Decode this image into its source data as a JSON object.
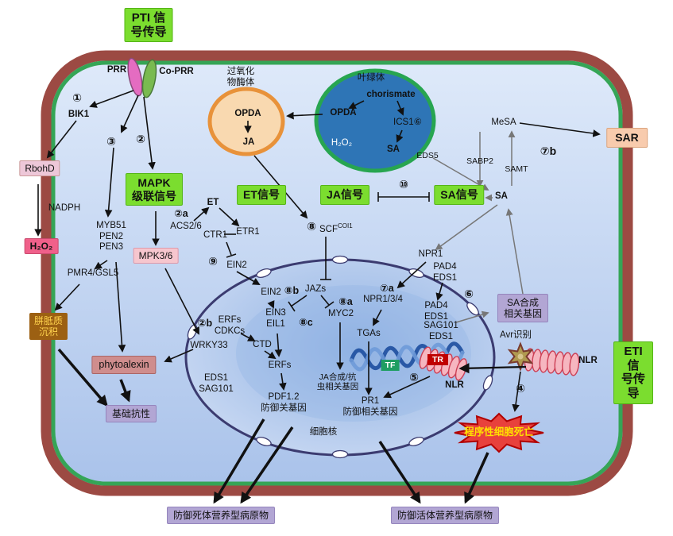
{
  "labels": {
    "pti_signal": "PTI 信\n号传导",
    "prr": "PRR",
    "co_prr": "Co-PRR",
    "num1": "①",
    "bik1": "BIK1",
    "num3": "③",
    "num2": "②",
    "rbohd": "RbohD",
    "nadph": "NADPH",
    "h2o2": "H₂O₂",
    "myb_pen": "MYB51\nPEN2\nPEN3",
    "mapk_cascade": "MAPK\n级联信号",
    "mpk36": "MPK3/6",
    "num2a": "②a",
    "acs26": "ACS2/6",
    "et": "ET",
    "et_signal": "ET信号",
    "peroxisome": "过氧化\n物酶体",
    "opda_perox": "OPDA",
    "ja_perox": "JA",
    "chloroplast": "叶绿体",
    "chorismate": "chorismate",
    "opda_chloro": "OPDA",
    "ics1": "ICS1⑥",
    "h2o2_chloro": "H₂O₂",
    "sa_chloro": "SA",
    "eds5": "EDS5",
    "mesa": "MeSA",
    "sabp2": "SABP2",
    "samt": "SAMT",
    "num7b": "⑦b",
    "sar": "SAR",
    "ja_signal": "JA信号",
    "num10": "⑩",
    "sa_signal": "SA信号",
    "sa": "SA",
    "pmr4": "PMR4/GSL5",
    "callose": "胼胝质\n沉积",
    "num8": "⑧",
    "scf": "SCF",
    "coi1": "COI1",
    "ctr1": "CTR1",
    "etr1": "ETR1",
    "num9": "⑨",
    "ein2_outer": "EIN2",
    "npr1": "NPR1",
    "pad4_eds1_outer": "PAD4\nEDS1",
    "ein2_inner": "EIN2",
    "num8b": "⑧b",
    "jazs": "JAZs",
    "num8a": "⑧a",
    "ein3_eil1": "EIN3\nEIL1",
    "num8c": "⑧c",
    "myc2": "MYC2",
    "num2b": "②b",
    "erfs_cdkcs": "ERFs\nCDKCs",
    "wrky33": "WRKY33",
    "ctd": "CTD",
    "tgas": "TGAs",
    "num7a": "⑦a",
    "npr134": "NPR1/3/4",
    "pad4_eds1_inner": "PAD4\nEDS1",
    "sag101_eds1": "SAG101\nEDS1",
    "num6": "⑥",
    "sa_genes": "SA合成\n相关基因",
    "erfs": "ERFs",
    "tf": "TF",
    "tr": "TR",
    "phytoalexin": "phytoalexin",
    "eds1_sag101": "EDS1\nSAG101",
    "pdf12": "PDF1.2\n防御关基因",
    "ja_genes": "JA合成/抗\n虫相关基因",
    "pr1": "PR1\n防御相关基因",
    "num5": "⑤",
    "nlr_inner": "NLR",
    "nucleus": "细胞核",
    "basal": "基础抗性",
    "avr": "Avr识别",
    "nlr_outer": "NLR",
    "eti_signal": "ETI 信\n号传导",
    "num4": "④",
    "pcd": "程序性细胞死亡",
    "necrotroph_defense": "防御死体营养型病原物",
    "biotroph_defense": "防御活体营养型病原物"
  },
  "colors": {
    "signal_green": "#7bdd2f",
    "membrane_outer": "#9c4a43",
    "membrane_inner": "#35a556",
    "cell_fill_top": "#dfeafa",
    "cell_fill_bottom": "#a9c2ea",
    "peroxisome_fill": "#f9d9b0",
    "peroxisome_border": "#e8923a",
    "chloroplast_fill": "#2e75b6",
    "chloroplast_border": "#27a550",
    "nucleus_border": "#3b3b70",
    "pink_box": "#edc7d8",
    "hot_pink": "#f0608a",
    "light_pink": "#f6c6ce",
    "purple_box": "#b2a6d4",
    "brown_box": "#9c6012",
    "peach_box": "#f8cbad",
    "dusty_pink": "#cf8d8d",
    "tf_green": "#1f9e62",
    "tr_red": "#c00000",
    "burst_red": "#e8413c",
    "pcd_text": "#ffe100"
  }
}
